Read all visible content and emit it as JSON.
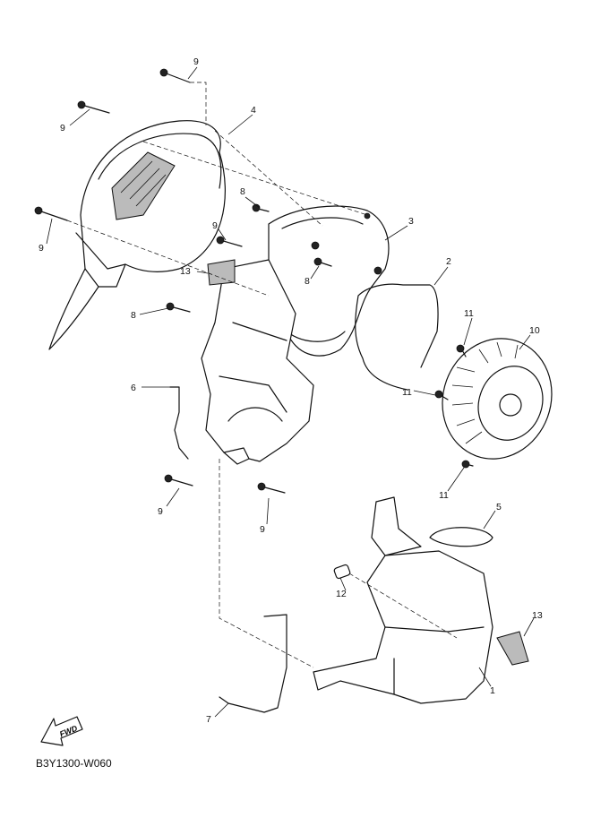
{
  "diagram_code": "B3Y1300-W060",
  "fwd_label": "FWD",
  "callouts": [
    "9",
    "9",
    "4",
    "8",
    "3",
    "9",
    "9",
    "13",
    "8",
    "2",
    "8",
    "11",
    "10",
    "11",
    "6",
    "11",
    "9",
    "9",
    "5",
    "12",
    "13",
    "1",
    "7"
  ]
}
